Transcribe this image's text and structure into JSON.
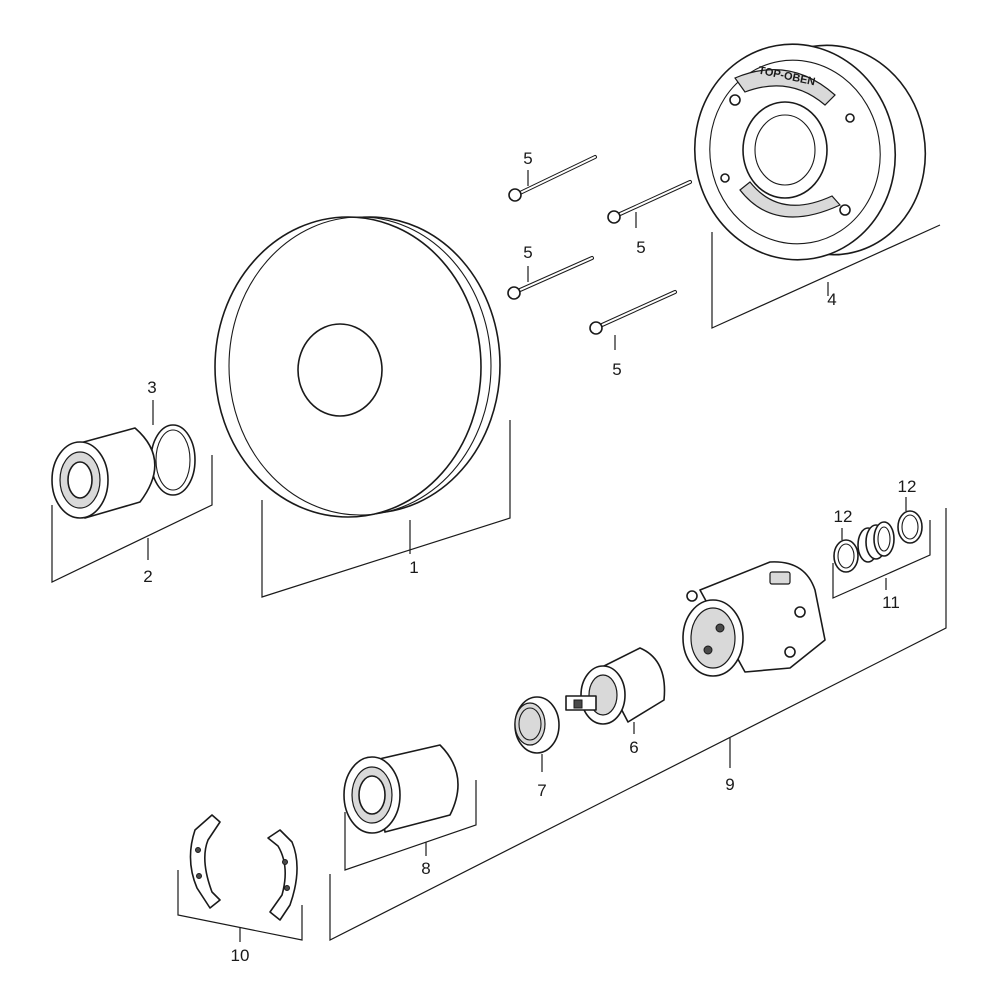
{
  "callouts": {
    "p1": "1",
    "p2": "2",
    "p3": "3",
    "p4": "4",
    "p5": "5",
    "p6": "6",
    "p7": "7",
    "p8": "8",
    "p9": "9",
    "p10": "10",
    "p11": "11",
    "p12": "12"
  },
  "mounting_plate_text": "TOP-OBEN"
}
